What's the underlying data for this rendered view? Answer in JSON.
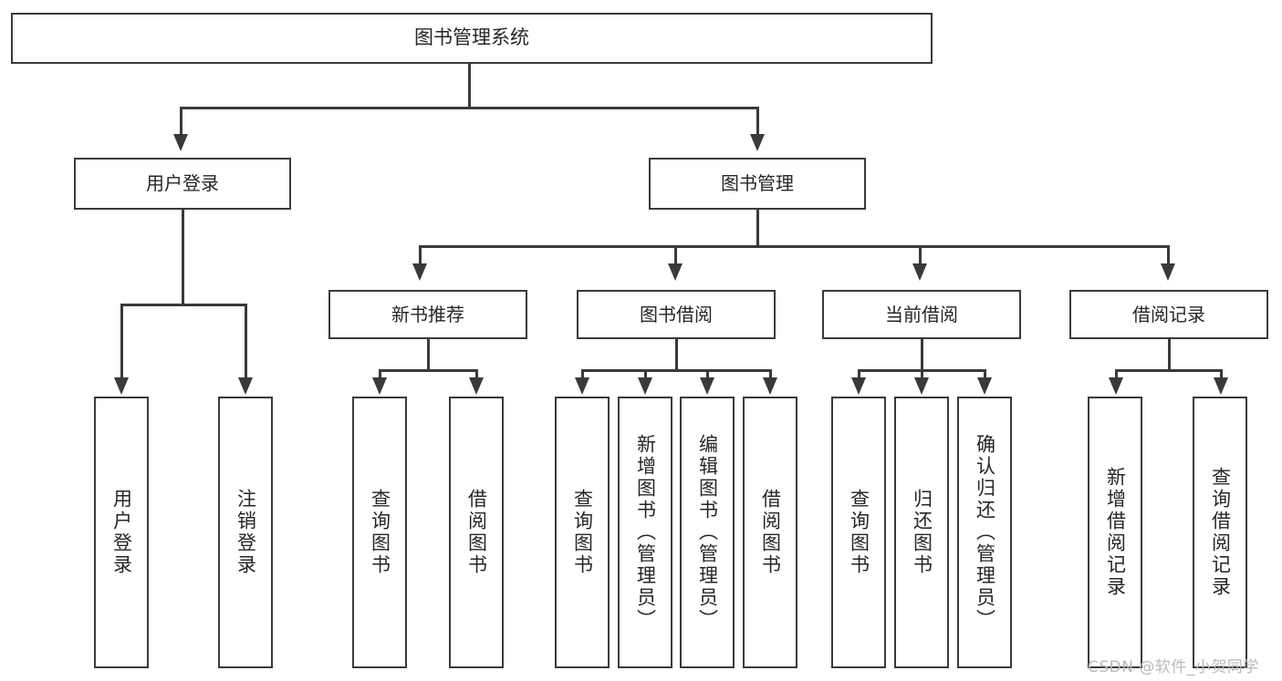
{
  "diagram": {
    "type": "tree",
    "title": "图书管理系统",
    "watermark": "CSDN @软件_小贺同学",
    "colors": {
      "stroke": "#3a3a3a",
      "fill": "#ffffff",
      "text": "#262626",
      "watermark": "#b9b9b9"
    },
    "root": {
      "label": "图书管理系统"
    },
    "level2": [
      {
        "label": "用户登录"
      },
      {
        "label": "图书管理"
      }
    ],
    "level3": [
      {
        "label": "新书推荐"
      },
      {
        "label": "图书借阅"
      },
      {
        "label": "当前借阅"
      },
      {
        "label": "借阅记录"
      }
    ],
    "leaves": {
      "user_login": [
        {
          "label": "用户登录"
        },
        {
          "label": "注销登录"
        }
      ],
      "new_book": [
        {
          "label": "查询图书"
        },
        {
          "label": "借阅图书"
        }
      ],
      "book_borrow": [
        {
          "label": "查询图书"
        },
        {
          "label": "新增图书（管理员）"
        },
        {
          "label": "编辑图书（管理员）"
        },
        {
          "label": "借阅图书"
        }
      ],
      "current_borrow": [
        {
          "label": "查询图书"
        },
        {
          "label": "归还图书"
        },
        {
          "label": "确认归还（管理员）"
        }
      ],
      "borrow_record": [
        {
          "label": "新增借阅记录"
        },
        {
          "label": "查询借阅记录"
        }
      ]
    }
  }
}
